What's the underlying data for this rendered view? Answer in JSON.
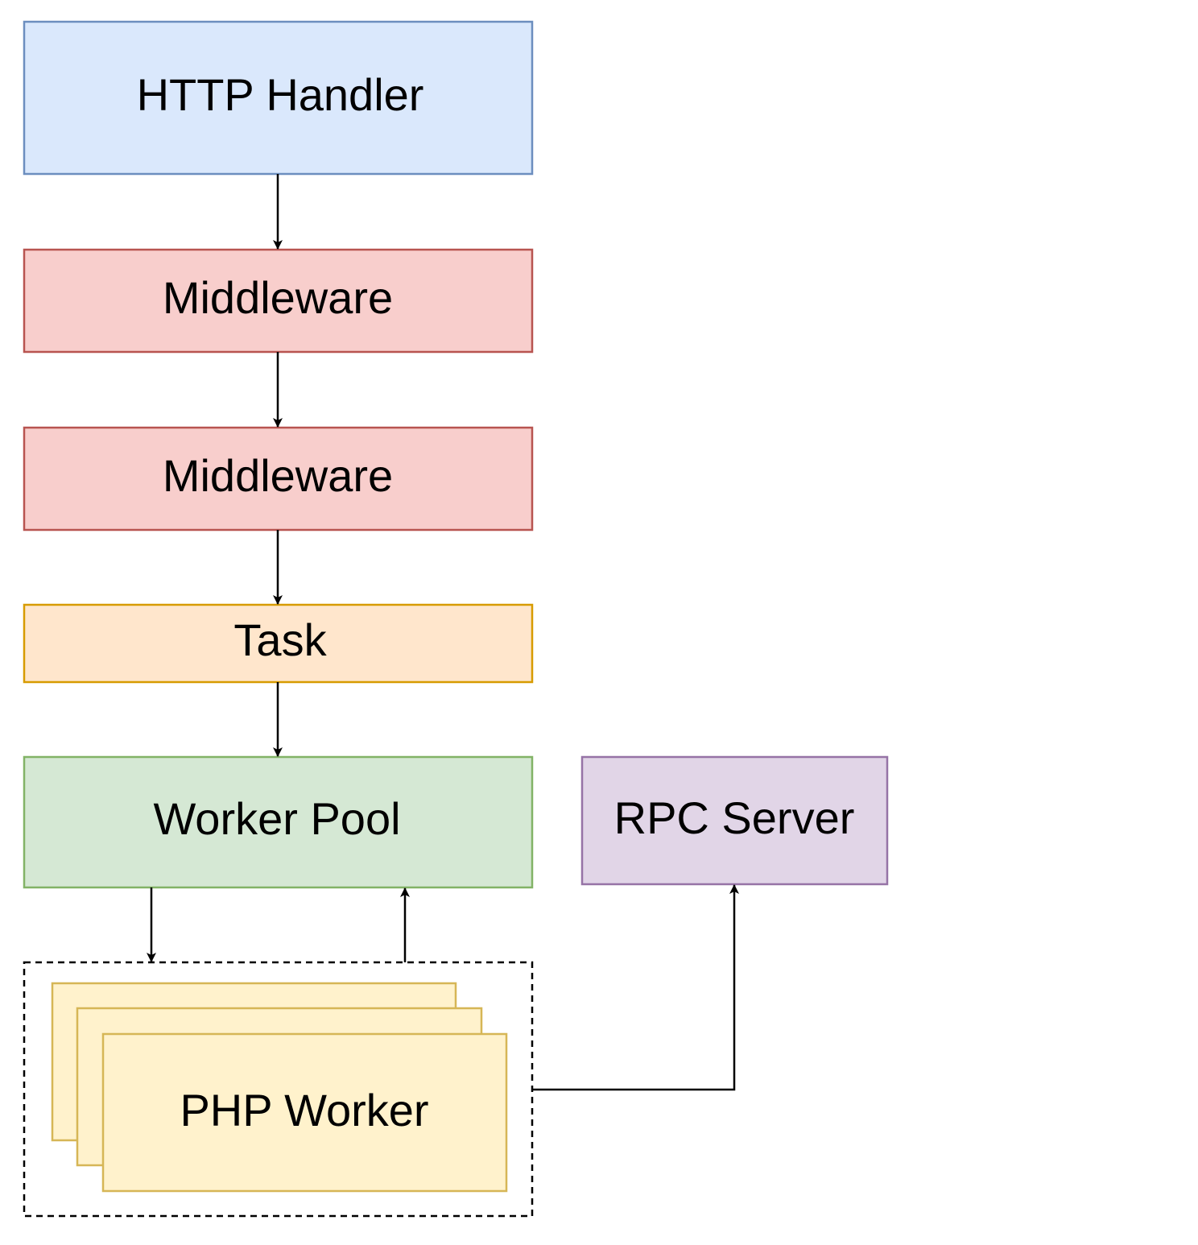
{
  "diagram": {
    "nodes": {
      "http_handler": {
        "label": "HTTP Handler",
        "fill": "#dae8fc",
        "stroke": "#6c8ebf"
      },
      "middleware_1": {
        "label": "Middleware",
        "fill": "#f8cecc",
        "stroke": "#b85450"
      },
      "middleware_2": {
        "label": "Middleware",
        "fill": "#f8cecc",
        "stroke": "#b85450"
      },
      "task": {
        "label": "Task",
        "fill": "#ffe6cc",
        "stroke": "#d79b00"
      },
      "worker_pool": {
        "label": "Worker Pool",
        "fill": "#d5e8d4",
        "stroke": "#82b366"
      },
      "rpc_server": {
        "label": "RPC Server",
        "fill": "#e1d5e7",
        "stroke": "#9673a6"
      },
      "php_worker": {
        "label": "PHP Worker",
        "fill": "#fff2cc",
        "stroke": "#d6b656"
      }
    },
    "edges": [
      {
        "from": "http_handler",
        "to": "middleware_1"
      },
      {
        "from": "middleware_1",
        "to": "middleware_2"
      },
      {
        "from": "middleware_2",
        "to": "task"
      },
      {
        "from": "task",
        "to": "worker_pool"
      },
      {
        "from": "worker_pool",
        "to": "php_worker_group"
      },
      {
        "from": "php_worker_group",
        "to": "worker_pool"
      },
      {
        "from": "php_worker_group",
        "to": "rpc_server"
      }
    ],
    "line_color": "#000000"
  }
}
